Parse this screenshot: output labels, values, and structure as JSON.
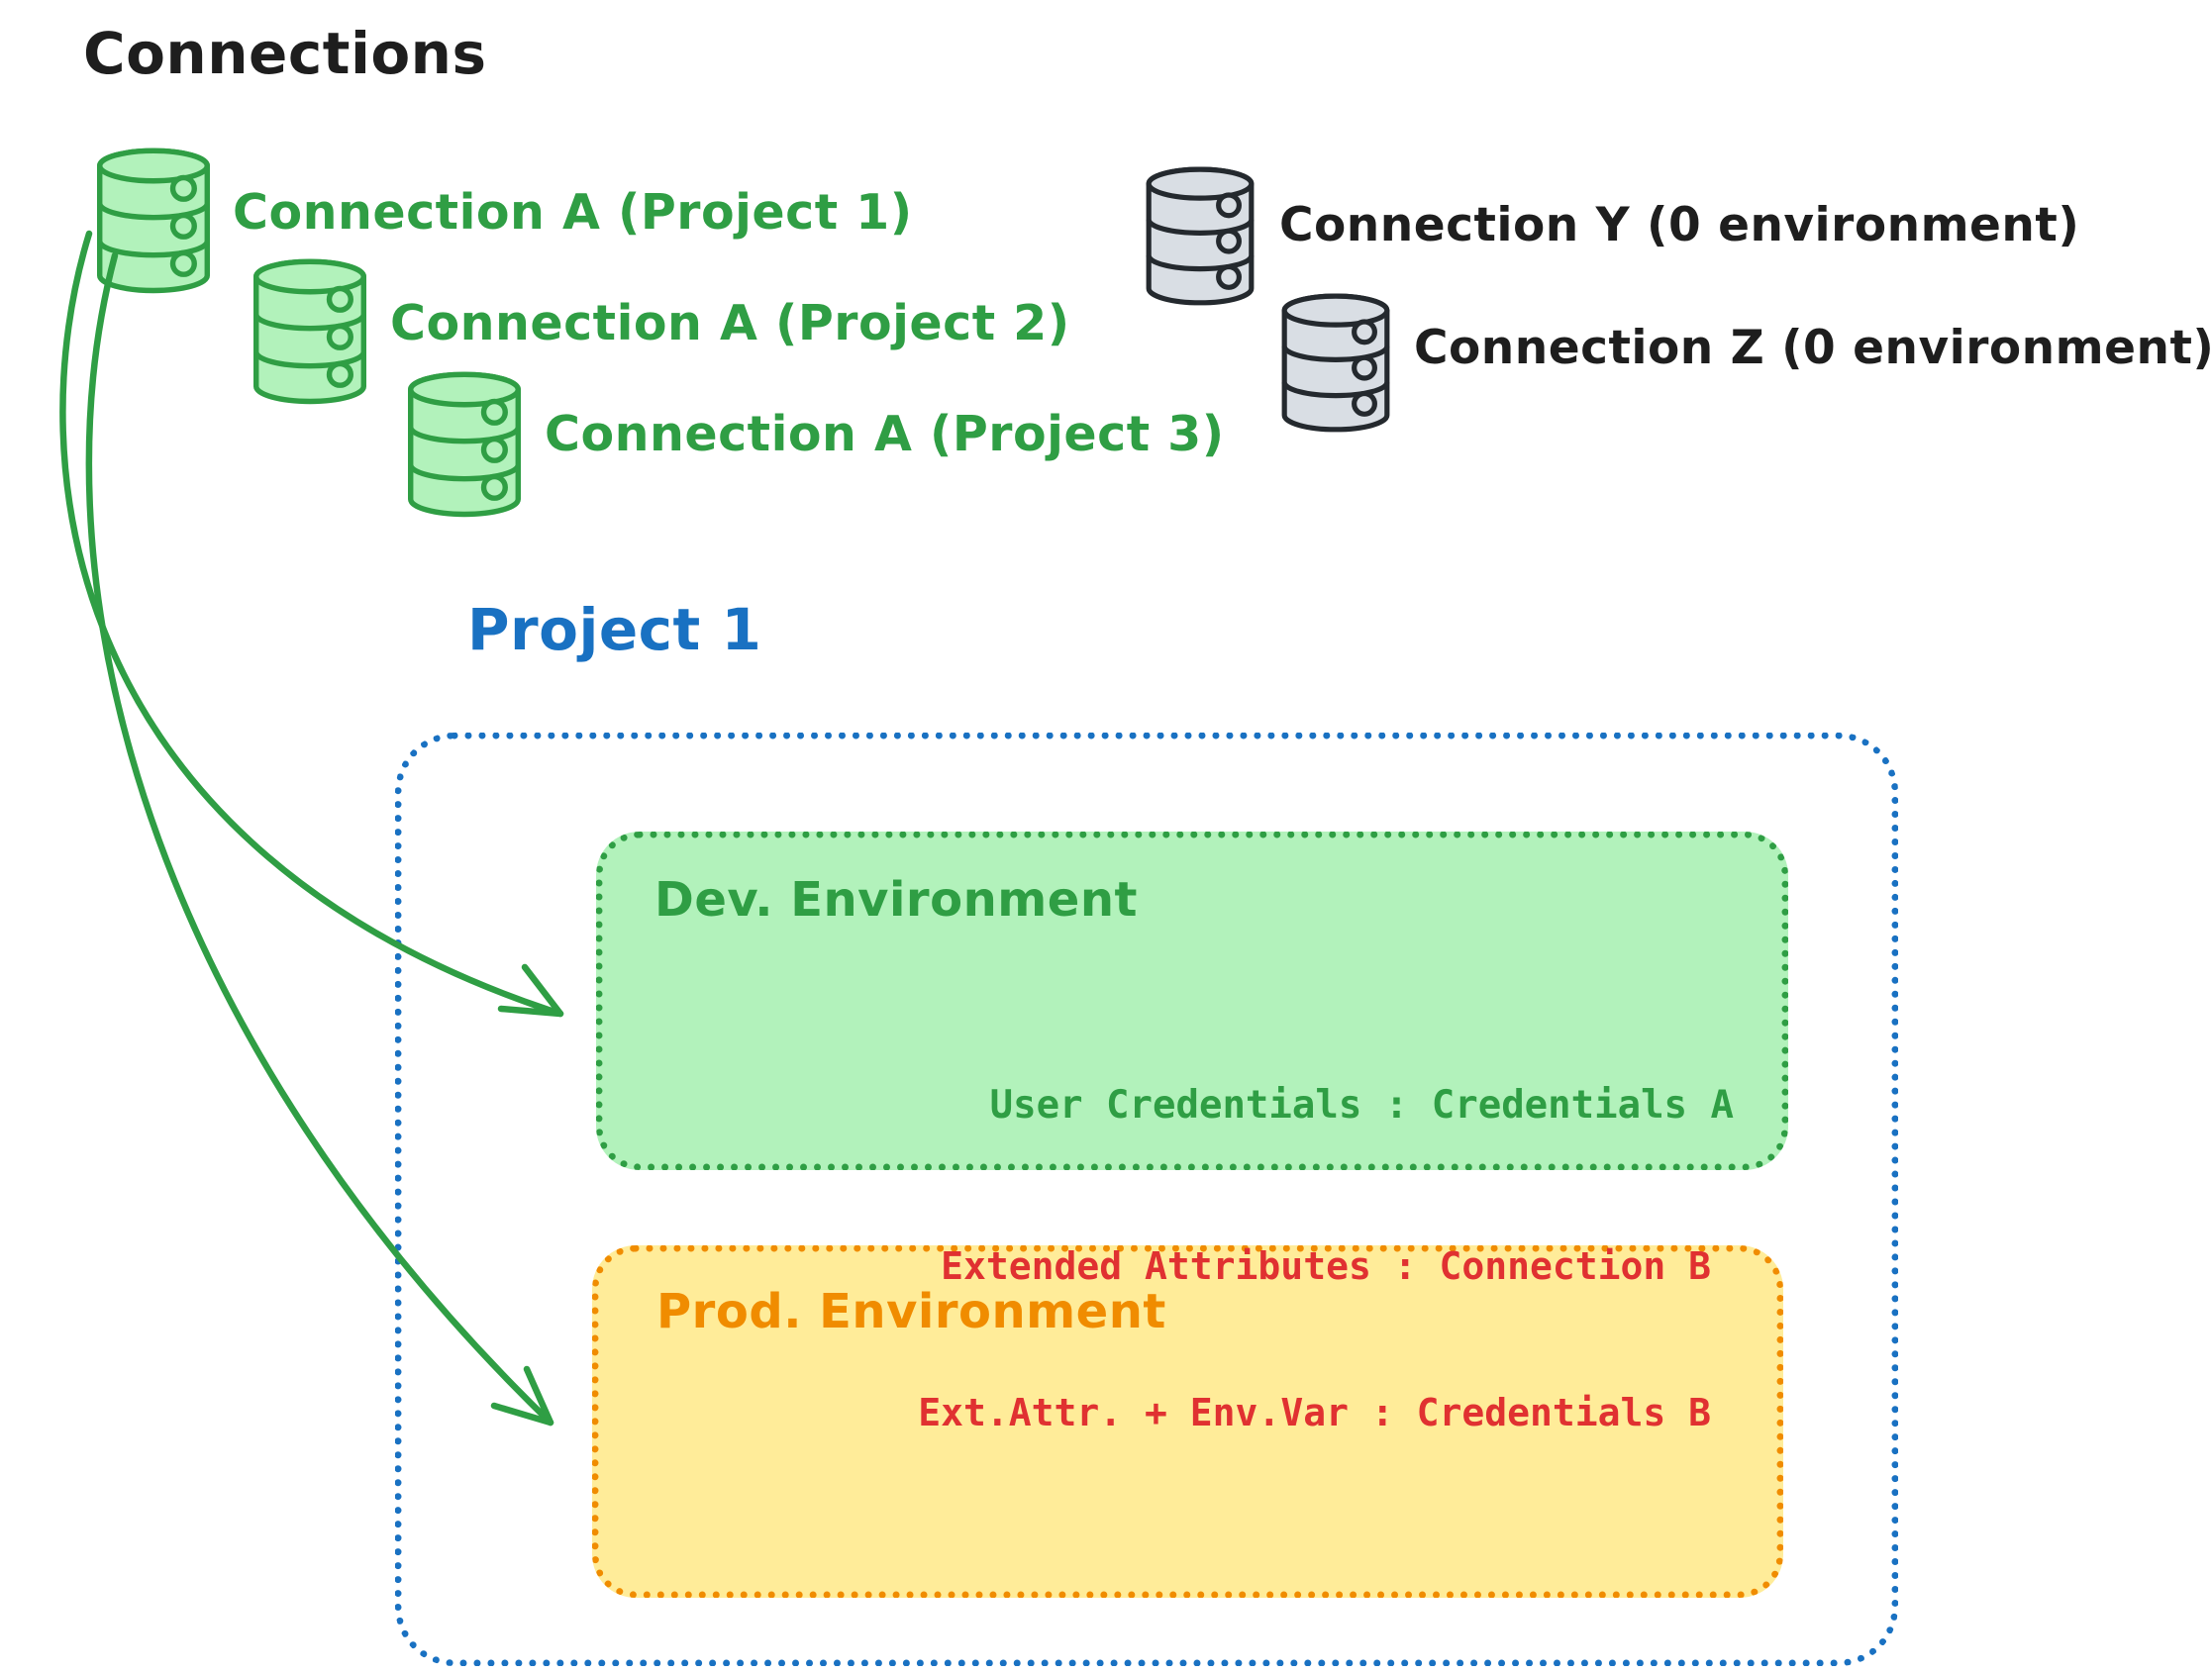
{
  "diagram": {
    "title": "Connections",
    "green_connections": [
      {
        "label": "Connection A (Project 1)"
      },
      {
        "label": "Connection A (Project 2)"
      },
      {
        "label": "Connection A (Project 3)"
      }
    ],
    "gray_connections": [
      {
        "label": "Connection Y (0 environment)"
      },
      {
        "label": "Connection Z (0 environment)"
      }
    ],
    "project": {
      "title": "Project 1",
      "dev_environment": {
        "title": "Dev. Environment",
        "mapping": "User Credentials : Credentials A"
      },
      "prod_environment": {
        "title": "Prod. Environment",
        "mapping_line1": "Extended Attributes : Connection B",
        "mapping_line2": "Ext.Attr. + Env.Var : Credentials B"
      }
    },
    "icons": {
      "database_green": "database-icon",
      "database_gray": "database-icon"
    },
    "colors": {
      "green_stroke": "#2f9e44",
      "green_fill": "#b2f2bb",
      "gray_stroke": "#24292e",
      "gray_fill": "#d9dee4",
      "blue": "#1971c2",
      "orange": "#f08c00",
      "yellow_fill": "#ffec99",
      "red": "#e03131",
      "black": "#1e1e1e"
    }
  }
}
